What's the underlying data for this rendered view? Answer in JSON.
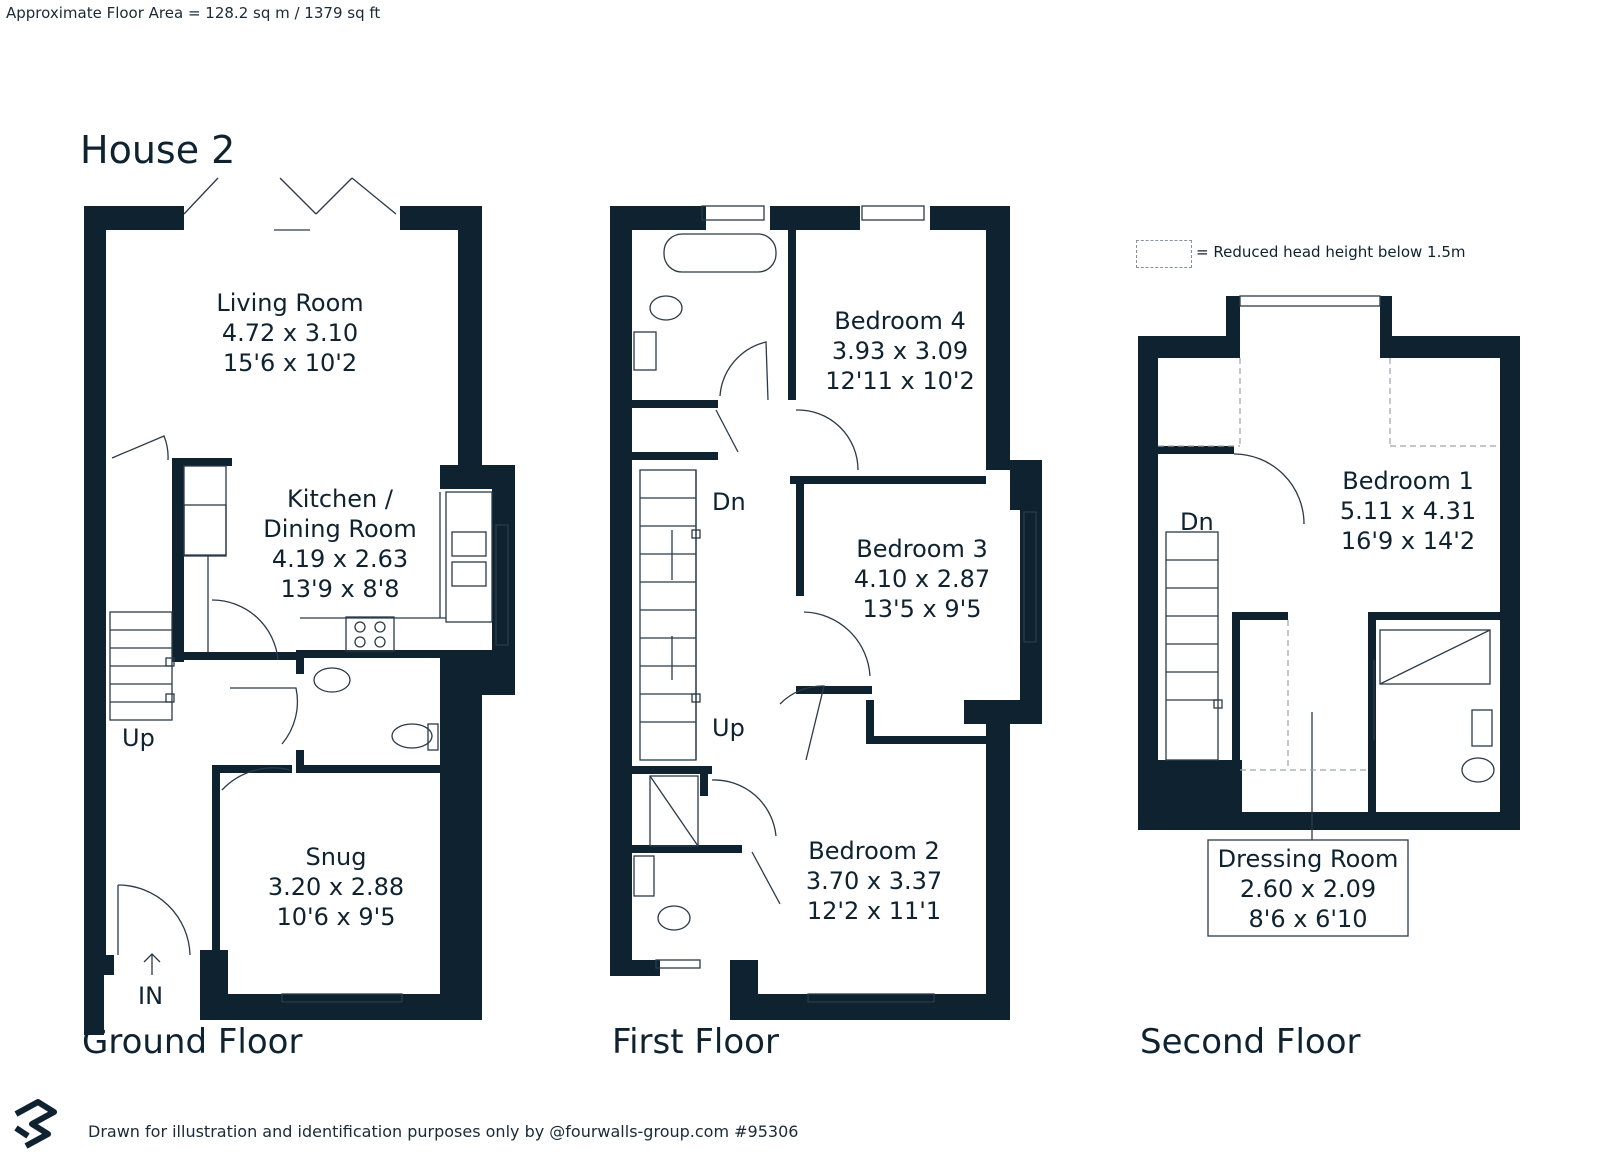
{
  "header": {
    "floor_area": "Approximate Floor Area = 128.2 sq m / 1379 sq ft",
    "house_title": "House 2"
  },
  "legend": {
    "text": "= Reduced head height below 1.5m"
  },
  "floors": {
    "ground": {
      "name": "Ground Floor",
      "rooms": [
        {
          "name": "Living Room",
          "metric": "4.72 x 3.10",
          "imperial": "15'6 x 10'2"
        },
        {
          "name": "Kitchen /",
          "name2": "Dining Room",
          "metric": "4.19 x 2.63",
          "imperial": "13'9 x 8'8"
        },
        {
          "name": "Snug",
          "metric": "3.20 x 2.88",
          "imperial": "10'6 x 9'5"
        }
      ],
      "labels": {
        "up": "Up",
        "in": "IN"
      }
    },
    "first": {
      "name": "First Floor",
      "rooms": [
        {
          "name": "Bedroom 4",
          "metric": "3.93 x 3.09",
          "imperial": "12'11 x 10'2"
        },
        {
          "name": "Bedroom 3",
          "metric": "4.10 x 2.87",
          "imperial": "13'5 x 9'5"
        },
        {
          "name": "Bedroom 2",
          "metric": "3.70 x 3.37",
          "imperial": "12'2 x 11'1"
        }
      ],
      "labels": {
        "dn": "Dn",
        "up": "Up"
      }
    },
    "second": {
      "name": "Second Floor",
      "rooms": [
        {
          "name": "Bedroom 1",
          "metric": "5.11 x 4.31",
          "imperial": "16'9 x 14'2"
        },
        {
          "name": "Dressing Room",
          "metric": "2.60 x 2.09",
          "imperial": "8'6 x 6'10"
        }
      ],
      "labels": {
        "dn": "Dn"
      }
    }
  },
  "footer": {
    "credit": "Drawn for illustration and identification purposes only by @fourwalls-group.com #95306"
  },
  "colors": {
    "wall": "#0f2230",
    "line": "#2a3a48",
    "dashed": "#9aa3ab"
  }
}
